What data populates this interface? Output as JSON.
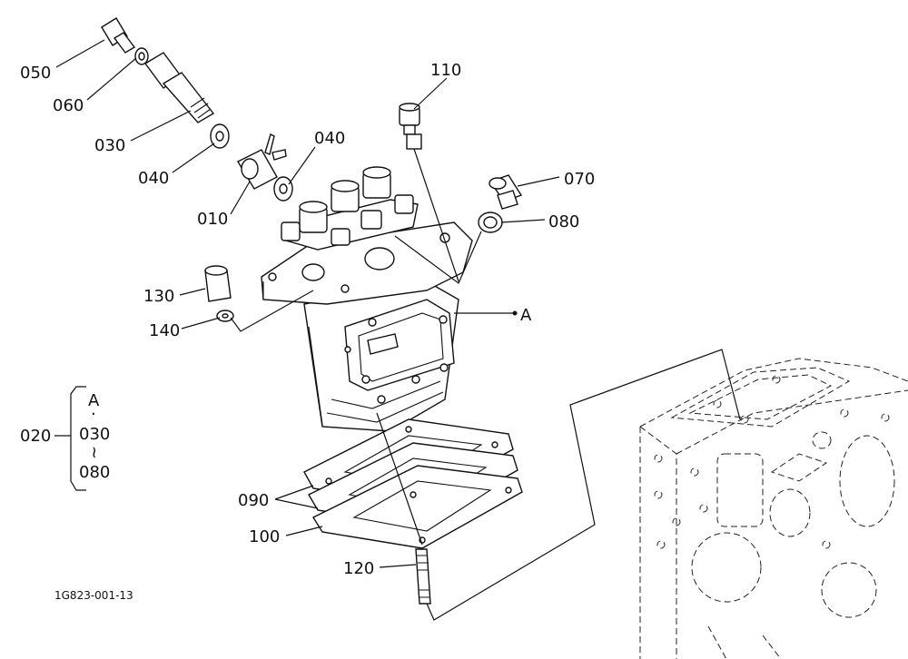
{
  "callouts": [
    {
      "id": "050",
      "text": "050"
    },
    {
      "id": "060",
      "text": "060"
    },
    {
      "id": "030",
      "text": "030"
    },
    {
      "id": "040a",
      "text": "040"
    },
    {
      "id": "040b",
      "text": "040"
    },
    {
      "id": "010",
      "text": "010"
    },
    {
      "id": "110",
      "text": "110"
    },
    {
      "id": "070",
      "text": "070"
    },
    {
      "id": "080",
      "text": "080"
    },
    {
      "id": "130",
      "text": "130"
    },
    {
      "id": "140",
      "text": "140"
    },
    {
      "id": "A",
      "text": "A"
    },
    {
      "id": "090",
      "text": "090"
    },
    {
      "id": "100",
      "text": "100"
    },
    {
      "id": "120",
      "text": "120"
    }
  ],
  "assembly_note": {
    "ref": "020",
    "lines": [
      "A",
      "·",
      "030",
      "~",
      "080"
    ]
  },
  "drawing_code": "1G823-001-13"
}
